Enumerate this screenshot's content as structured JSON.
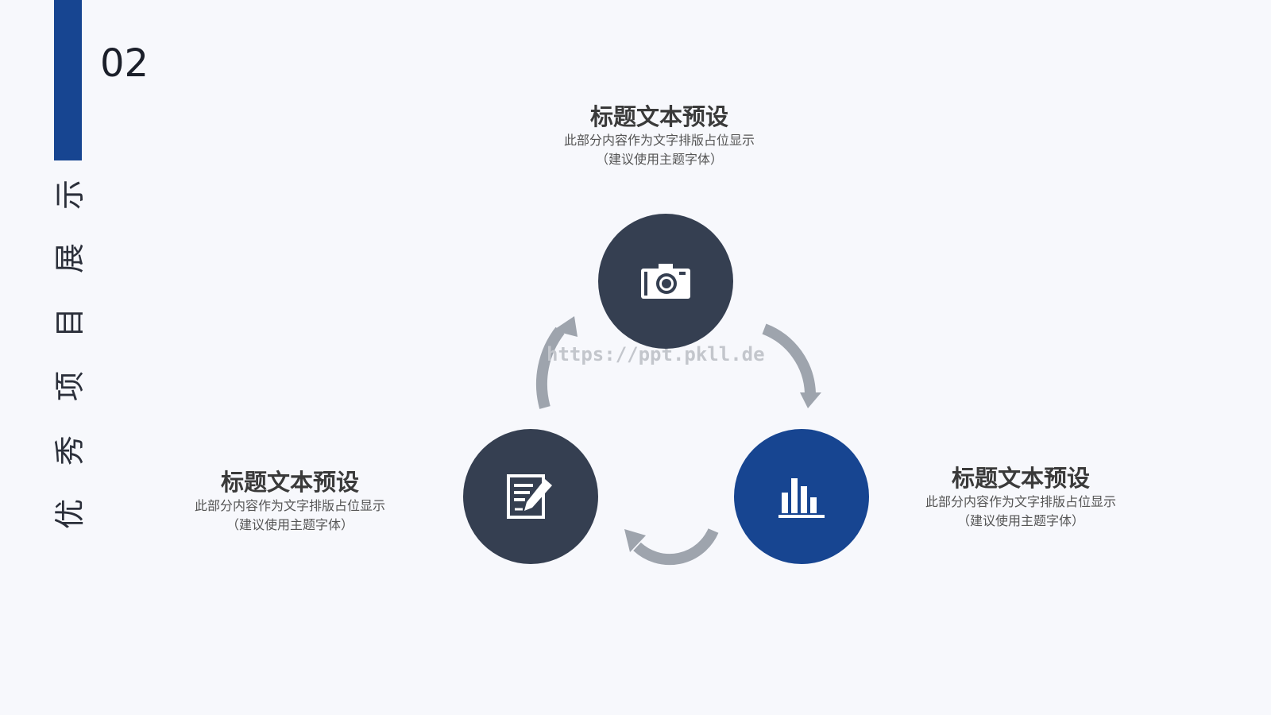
{
  "section": {
    "number": "02",
    "title_chars": [
      "优",
      "秀",
      "项",
      "目",
      "展",
      "示"
    ]
  },
  "items": [
    {
      "title": "标题文本预设",
      "desc1": "此部分内容作为文字排版占位显示",
      "desc2": "（建议使用主题字体）"
    },
    {
      "title": "标题文本预设",
      "desc1": "此部分内容作为文字排版占位显示",
      "desc2": "（建议使用主题字体）"
    },
    {
      "title": "标题文本预设",
      "desc1": "此部分内容作为文字排版占位显示",
      "desc2": "（建议使用主题字体）"
    }
  ],
  "icons": {
    "top": "camera-icon",
    "left": "edit-document-icon",
    "right": "bar-chart-icon"
  },
  "watermark": "https://ppt.pkll.de",
  "colors": {
    "accent_blue": "#174591",
    "dark_slate": "#353f51",
    "arrow_gray": "#9ea4ad"
  }
}
